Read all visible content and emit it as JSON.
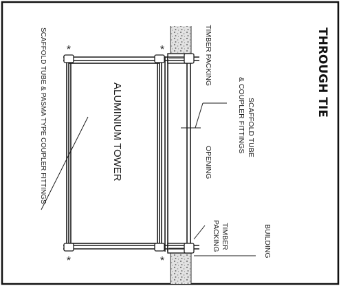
{
  "diagram": {
    "title": "THROUGH TIE",
    "labels": {
      "timber_packing_top": "TIMBER PACKING",
      "scaffold_tube_line1": "SCAFFOLD TUBE",
      "scaffold_tube_line2": "& COUPLER FITTINGS",
      "opening": "OPENING",
      "timber_packing_bottom_line1": "TIMBER",
      "timber_packing_bottom_line2": "PACKING",
      "building": "BUILDING",
      "aluminium_tower": "ALUMINIUM TOWER",
      "scaffold_pasma": "SCAFFOLD TUBE & PASMA TYPE COUPLER FITTINGS"
    },
    "marker_symbol": "*"
  },
  "colors": {
    "ink": "#1a1a1a",
    "frame": "#111111",
    "wall_fill": "#d9d9d9",
    "paper": "#ffffff"
  }
}
